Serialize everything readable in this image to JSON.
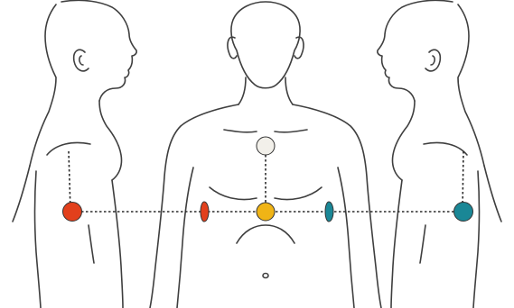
{
  "diagram": {
    "kind": "ecg-electrode-placement",
    "views": [
      "left-side-profile",
      "front",
      "right-side-profile"
    ],
    "colors": {
      "outline": "#3f3f3f",
      "guide_line": "#2b2b2b",
      "background": "#ffffff",
      "electrode_white": "#f2f0ea",
      "electrode_red": "#e2401c",
      "electrode_yellow": "#f0b416",
      "electrode_teal": "#1a8796"
    },
    "electrodes": [
      {
        "name": "electrode-white",
        "color": "#f2f0ea",
        "view": "front"
      },
      {
        "name": "electrode-yellow",
        "color": "#f0b416",
        "view": "front"
      },
      {
        "name": "electrode-red-right-side",
        "color": "#e2401c",
        "view": "left-side-profile"
      },
      {
        "name": "electrode-red-front",
        "color": "#e2401c",
        "view": "front"
      },
      {
        "name": "electrode-teal-front",
        "color": "#1a8796",
        "view": "front"
      },
      {
        "name": "electrode-teal-left-side",
        "color": "#1a8796",
        "view": "right-side-profile"
      }
    ]
  }
}
